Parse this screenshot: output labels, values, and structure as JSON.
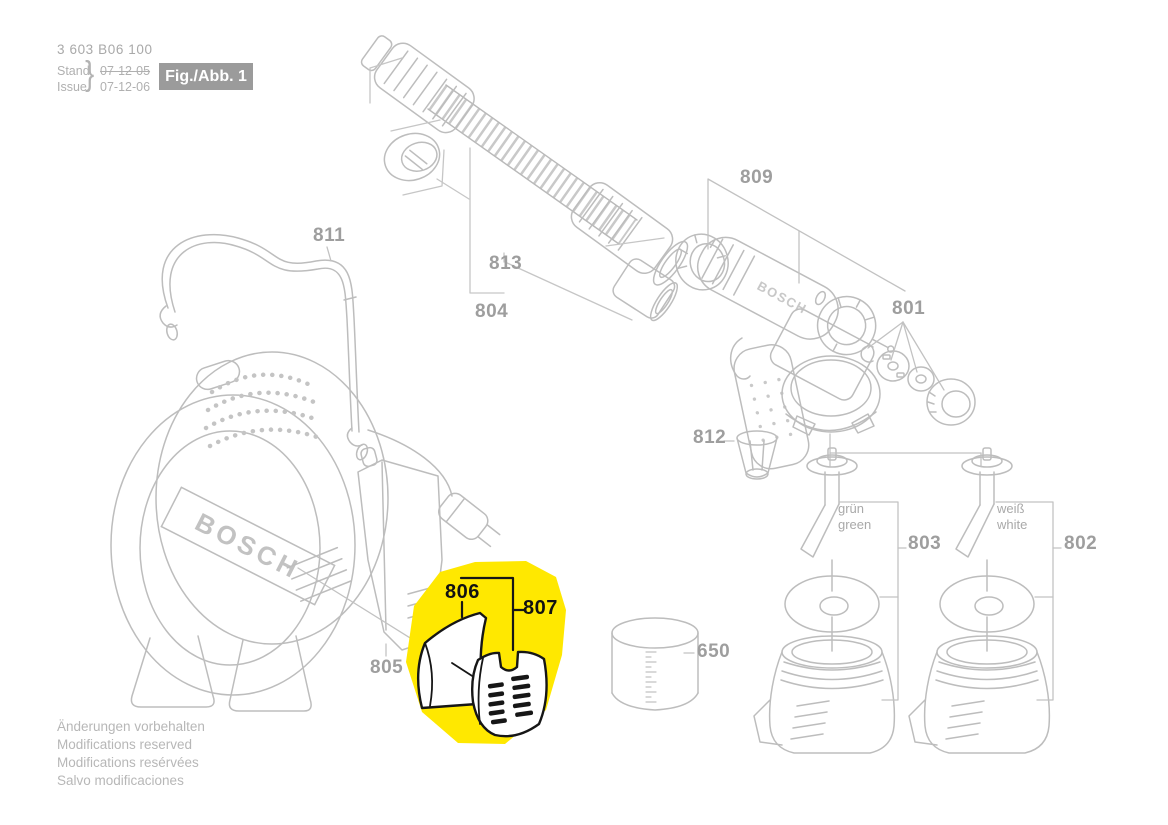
{
  "header": {
    "type_number": "3 603 B06 100",
    "stand_label": "Stand",
    "issue_label": "Issue",
    "brace": "}",
    "stand_date_struck": "07-12-05",
    "issue_date": "07-12-06",
    "figure_label": "Fig./Abb. 1"
  },
  "parts": {
    "strap": "811",
    "hose_coupling": "813",
    "hose_set": "804",
    "gun_housing": "809",
    "nozzle_set": "801",
    "funnel_filter": "812",
    "holster": "805",
    "air_filter": "806",
    "filter_cover": "807",
    "measuring_cup": "650",
    "container_green": "803",
    "container_white": "802"
  },
  "annotations": {
    "green_de": "grün",
    "green_en": "green",
    "white_de": "weiß",
    "white_en": "white"
  },
  "brand": {
    "base_logo": "BOSCH",
    "gun_logo": "BOSCH"
  },
  "footer": {
    "lines": [
      "Änderungen vorbehalten",
      "Modifications reserved",
      "Modifications resérvées",
      "Salvo modificaciones"
    ]
  },
  "colors": {
    "highlight_yellow": "#ffe800",
    "line_art_gray": "#bdbdbd",
    "label_gray": "#9e9e9e",
    "label_black": "#121212",
    "fig_box_bg": "#9b9b9b",
    "fig_box_text": "#ffffff",
    "background": "#ffffff"
  }
}
